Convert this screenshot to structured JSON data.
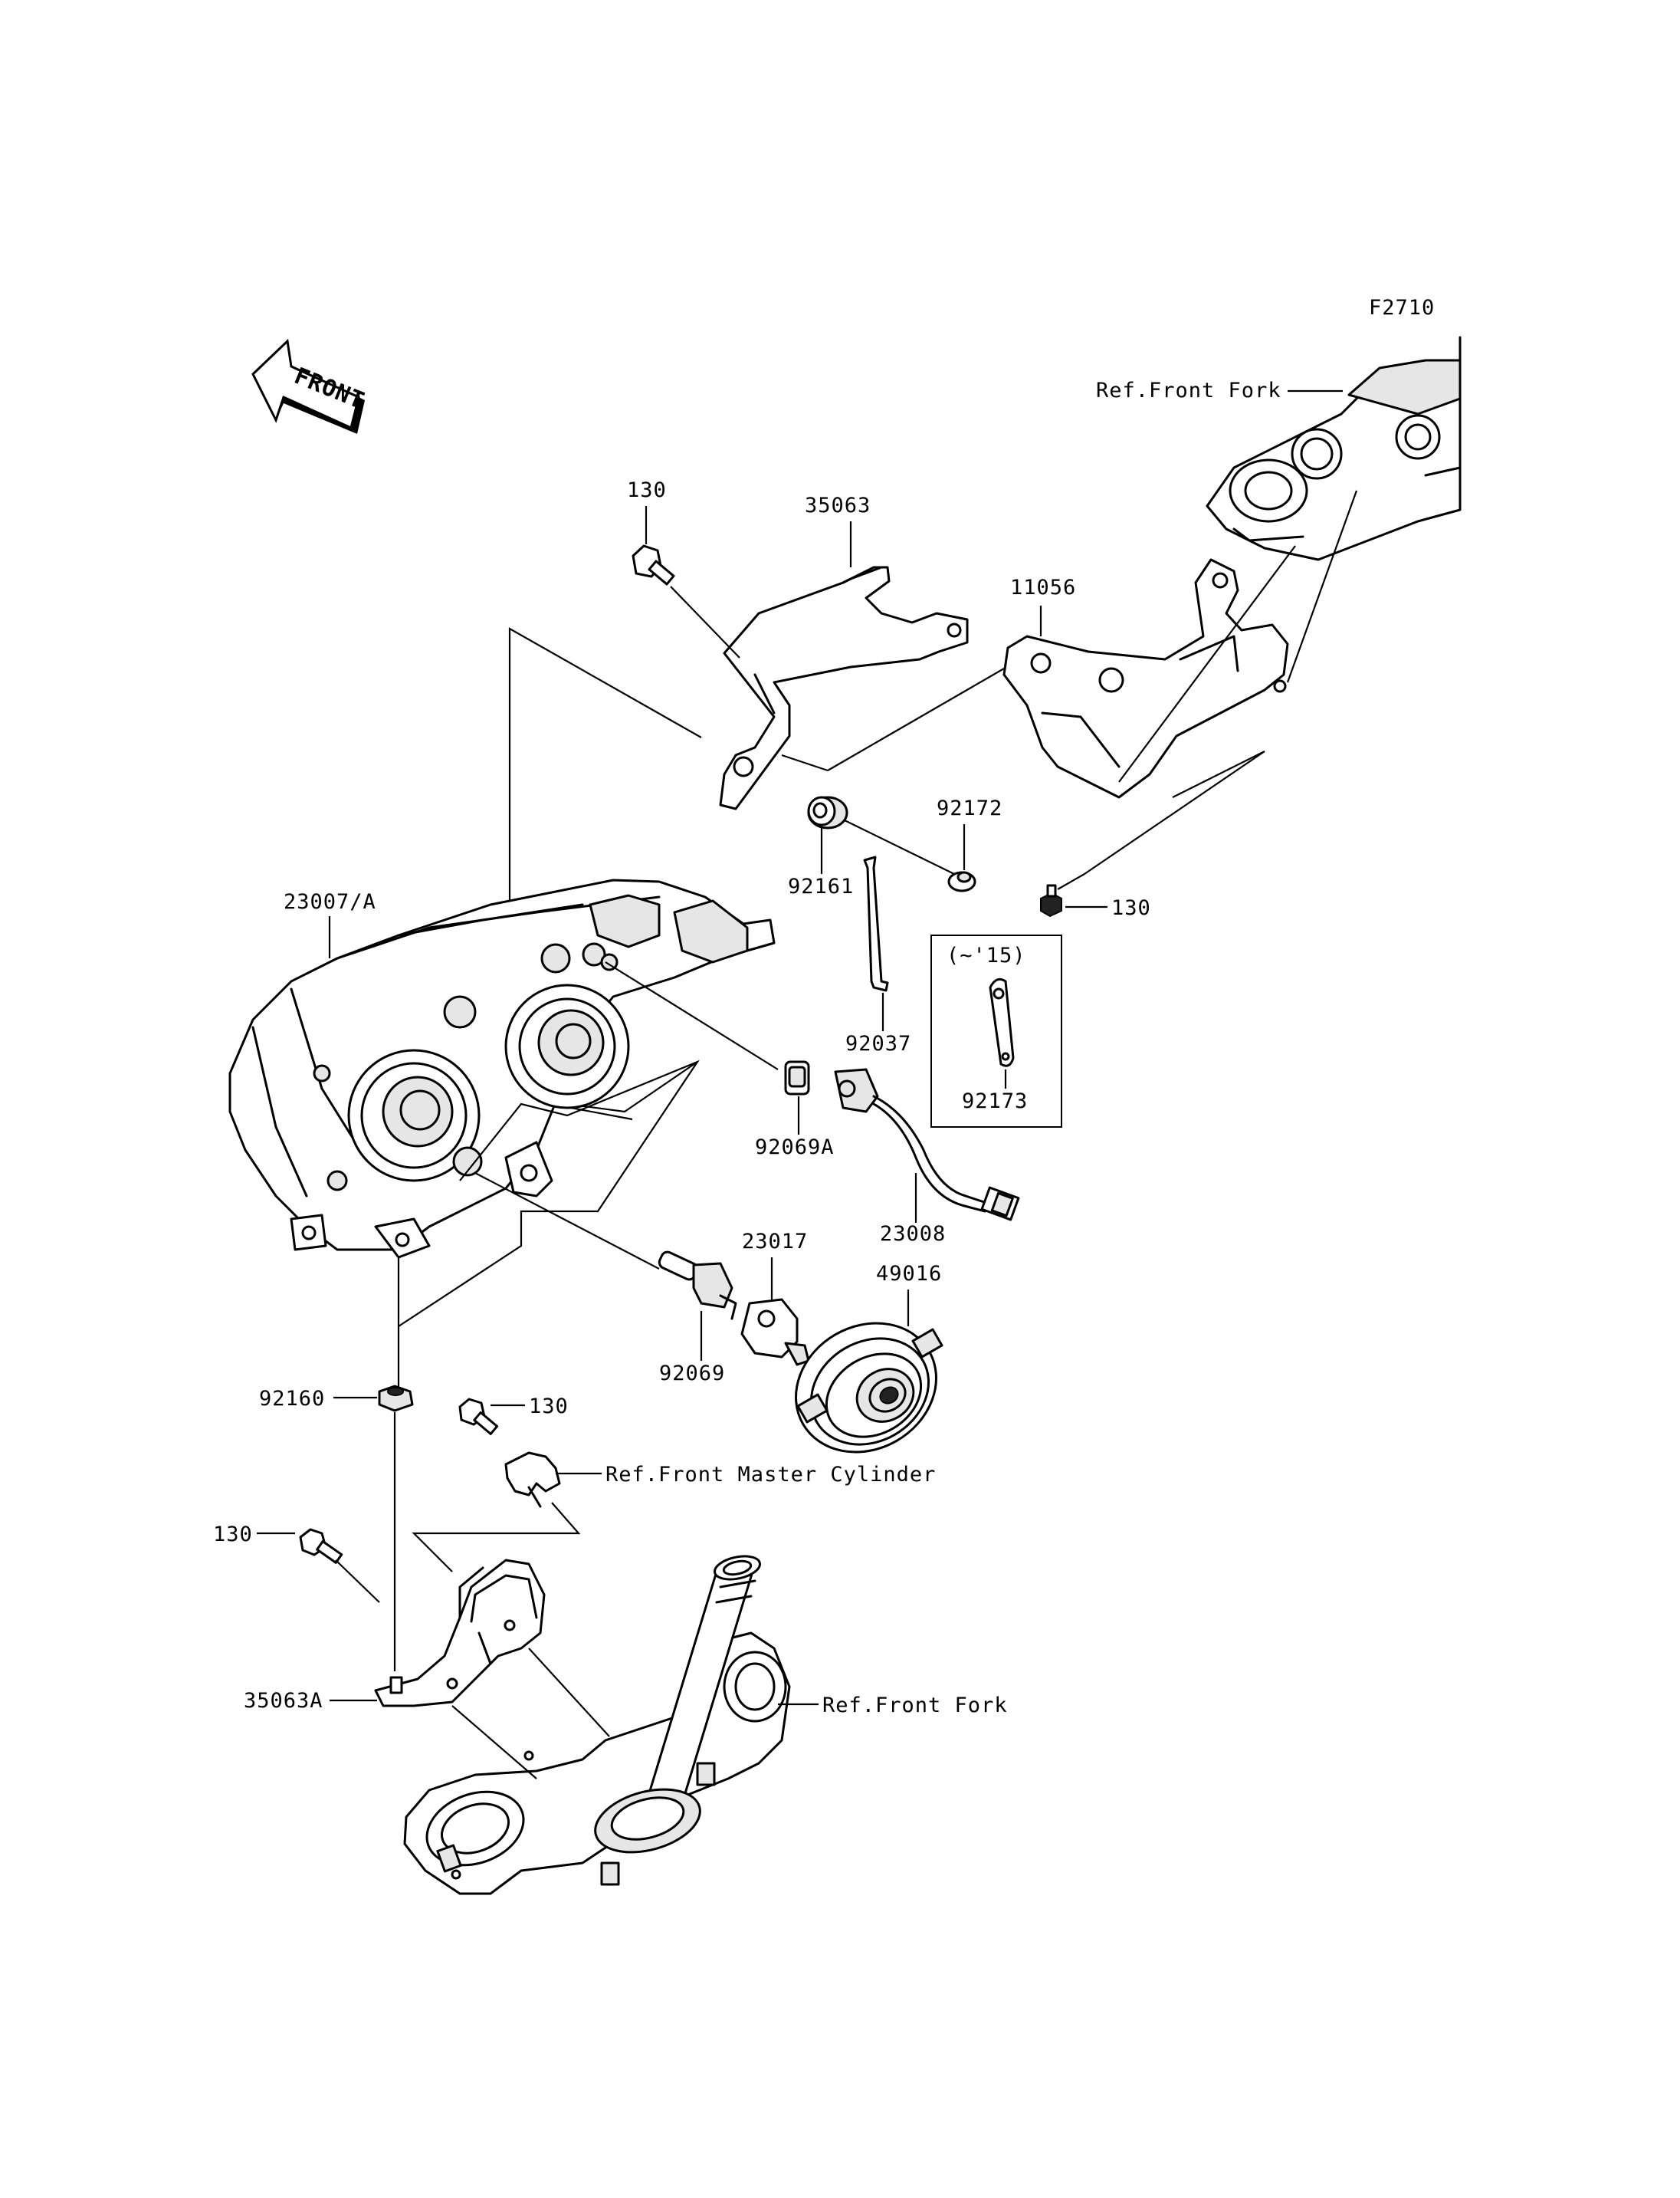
{
  "figure_code": "F2710",
  "front_indicator": "FRONT",
  "labels": {
    "ref_front_fork_top": "Ref.Front Fork",
    "ref_front_fork_bottom": "Ref.Front Fork",
    "ref_front_master_cylinder": "Ref.Front Master Cylinder",
    "p130_top": "130",
    "p35063": "35063",
    "p11056": "11056",
    "p92172": "92172",
    "p92161": "92161",
    "p130_right": "130",
    "p23007a": "23007/A",
    "p92037": "92037",
    "variant_note": "(~'15)",
    "p92173": "92173",
    "p92069a": "92069A",
    "p23008": "23008",
    "p23017": "23017",
    "p49016": "49016",
    "p92069": "92069",
    "p92160": "92160",
    "p130_mid": "130",
    "p130_left": "130",
    "p35063a": "35063A"
  }
}
